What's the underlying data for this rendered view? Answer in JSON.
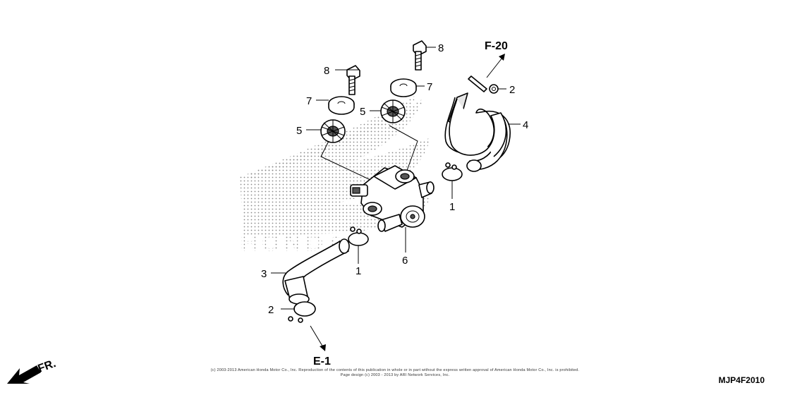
{
  "references": {
    "top": "F-20",
    "bottom": "E-1",
    "front": "FR."
  },
  "callouts": {
    "c1_right": "1",
    "c1_left": "1",
    "c2_top": "2",
    "c2_bottom": "2",
    "c3": "3",
    "c4": "4",
    "c5_left": "5",
    "c5_right": "5",
    "c6": "6",
    "c7_left": "7",
    "c7_right": "7",
    "c8_left": "8",
    "c8_right": "8"
  },
  "watermark": {
    "text": "HONDA"
  },
  "footer": {
    "copyright": "(c) 2003-2013 American Honda Motor Co., Inc. Reproduction of the contents of this publication in whole or in part without the express written approval of American Honda Motor Co., Inc. is prohibited.",
    "page_design": "Page design (c) 2003 - 2013 by ARI Network Services, Inc.",
    "diagram_code": "MJP4F2010"
  }
}
